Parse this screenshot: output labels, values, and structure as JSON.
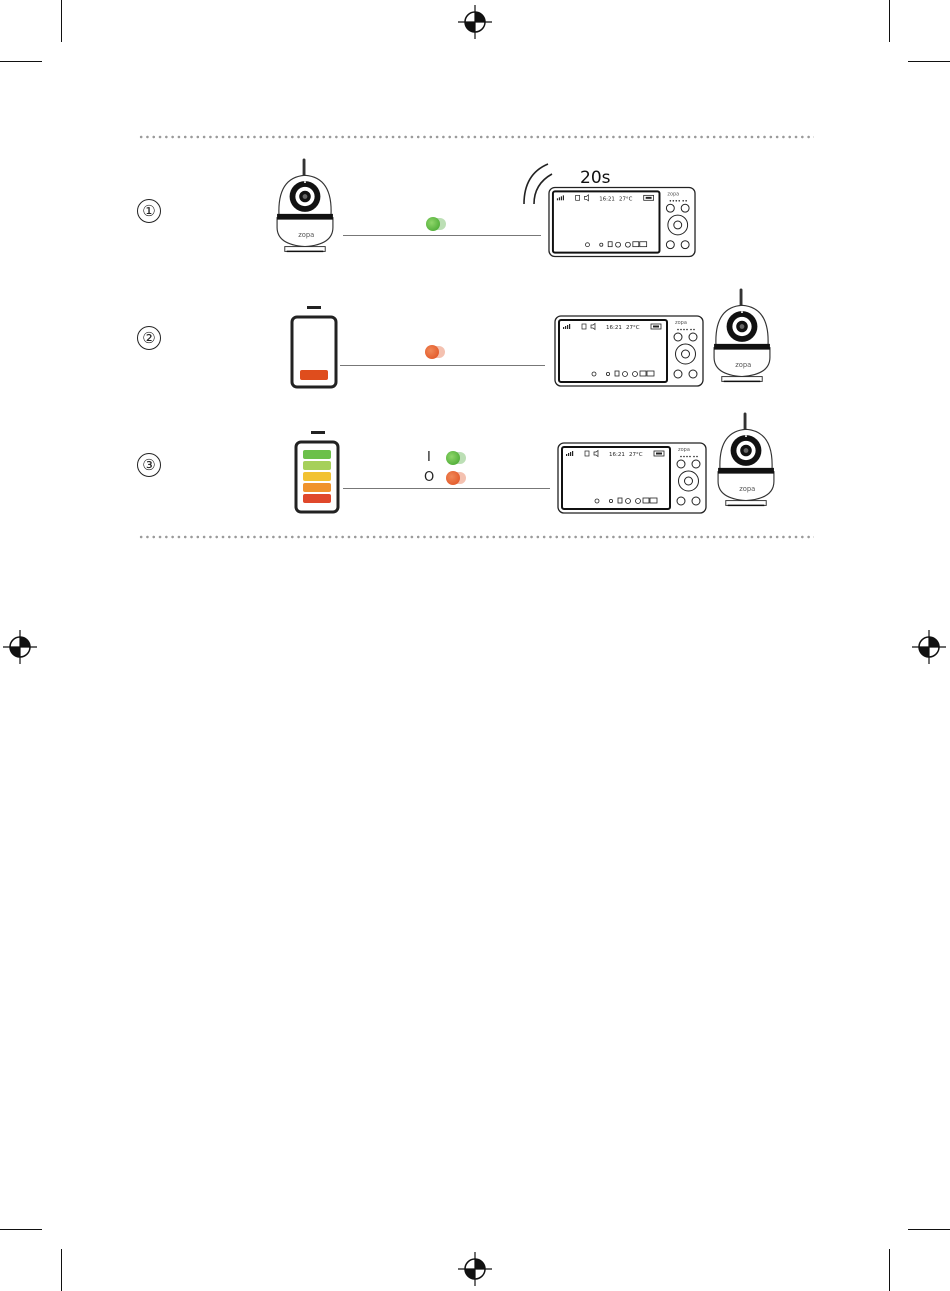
{
  "steps": [
    {
      "number": "①",
      "timer_label": "20s",
      "led": "green",
      "brand": "zopa",
      "time": "16:21",
      "temp": "27°C"
    },
    {
      "number": "②",
      "led": "red",
      "brand": "zopa",
      "time": "16:21",
      "temp": "27°C"
    },
    {
      "number": "③",
      "power_on_symbol": "I",
      "power_off_symbol": "O",
      "led_on": "green",
      "led_off": "red",
      "brand": "zopa",
      "time": "16:21",
      "temp": "27°C"
    }
  ],
  "colors": {
    "led_green": "#3ea22a",
    "led_red": "#df4d1d",
    "battery_levels": [
      "#6cc04a",
      "#a6d05a",
      "#f2c232",
      "#f0932c",
      "#e0482b"
    ]
  },
  "battery": {
    "step2_charge_level": 0.2,
    "step3_charge_level": 1.0
  }
}
